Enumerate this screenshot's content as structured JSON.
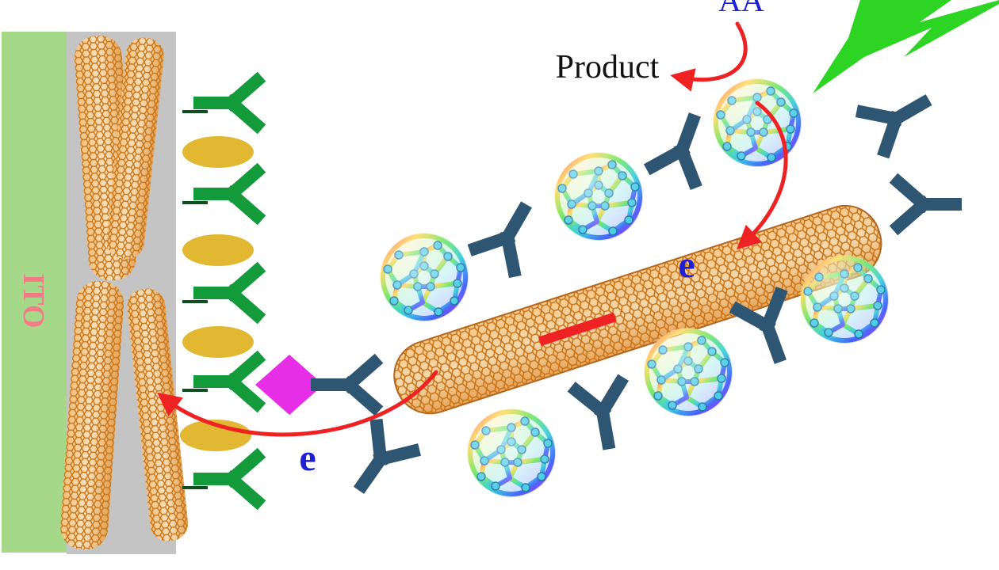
{
  "labels": {
    "electrode": "ITO",
    "substrate": "AA",
    "product": "Product",
    "electron_left": "e",
    "electron_tube": "e"
  },
  "colors": {
    "ito": "#a6d889",
    "ito_text": "#f37b86",
    "gray_backing": "#c4c4c4",
    "nanotube": "#d7892c",
    "nanotube_light": "#f0b86a",
    "antibody_green": "#139a3a",
    "antibody_green_dark": "#0d6b27",
    "antibody_blue": "#2e5673",
    "antigen_yellow": "#e2b731",
    "antigen_magenta": "#e62ee6",
    "arrow_red": "#ee2222",
    "electron_blue": "#1e1ed6",
    "light_beam": "#2ed424"
  },
  "icons": {
    "fullerene": "fullerene-c60-icon",
    "antibody": "antibody-y-icon",
    "antigen": "antigen-diamond-icon",
    "light": "lightning-bolt-icon"
  }
}
